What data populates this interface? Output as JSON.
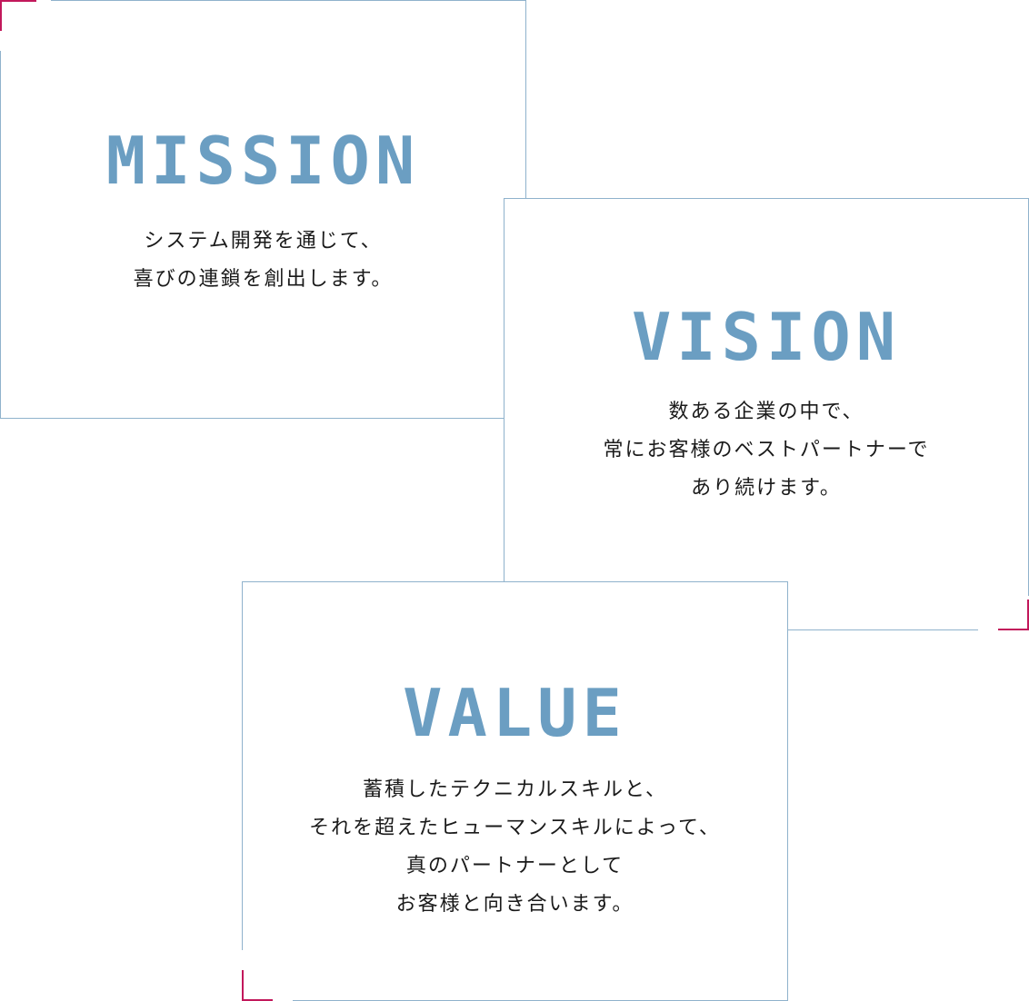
{
  "mission": {
    "heading": "MISSION",
    "lines": [
      "システム開発を通じて、",
      "喜びの連鎖を創出します。"
    ]
  },
  "vision": {
    "heading": "VISION",
    "lines": [
      "数ある企業の中で、",
      "常にお客様のベストパートナーで",
      "あり続けます。"
    ]
  },
  "value": {
    "heading": "VALUE",
    "lines": [
      "蓄積したテクニカルスキルと、",
      "それを超えたヒューマンスキルによって、",
      "真のパートナーとして",
      "お客様と向き合います。"
    ]
  },
  "colors": {
    "heading": "#6b9ec2",
    "border": "#8fb2cc",
    "accent": "#c2185b",
    "text": "#1a1a1a"
  }
}
